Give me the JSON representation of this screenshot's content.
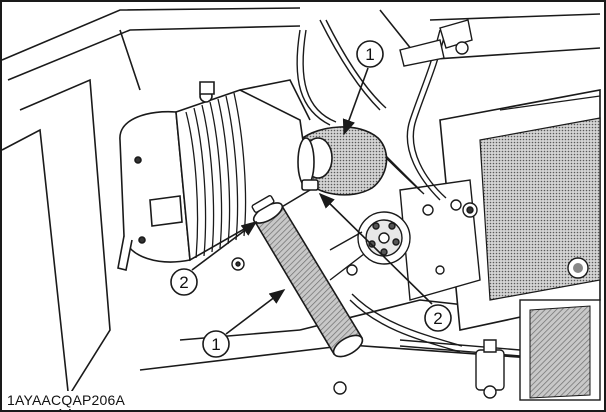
{
  "figure": {
    "code": "1AYAACQAP206A"
  },
  "callouts": [
    {
      "id": "callout-1-upper",
      "label": "1"
    },
    {
      "id": "callout-1-lower",
      "label": "1"
    },
    {
      "id": "callout-2-left",
      "label": "2"
    },
    {
      "id": "callout-2-right",
      "label": "2"
    }
  ],
  "colors": {
    "line": "#1a1a1a",
    "hatch": "#6e6e6e",
    "shade": "#9a9a9a",
    "background": "#ffffff"
  }
}
